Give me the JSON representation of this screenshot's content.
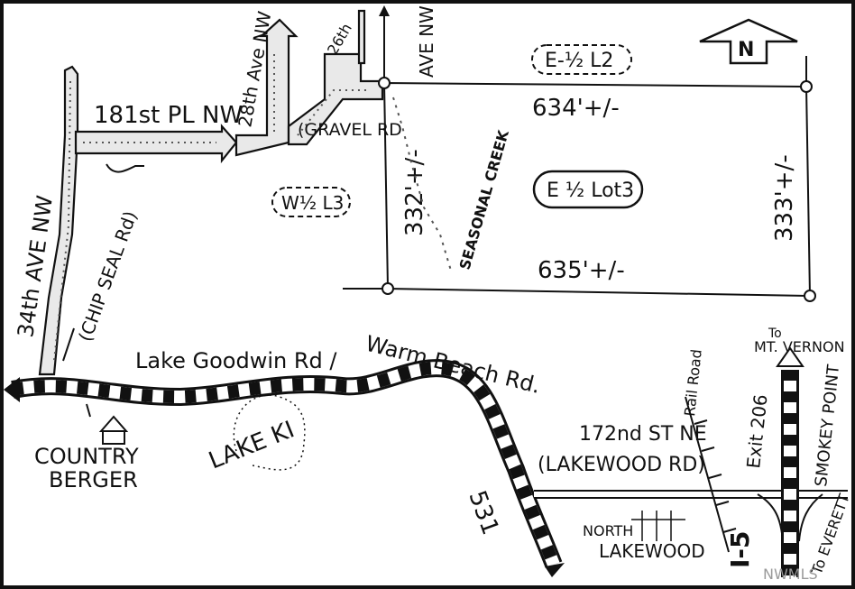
{
  "map": {
    "north_label": "N",
    "labels": {
      "ave34": "34th AVE NW",
      "pl181": "181st PL NW",
      "ave28": "28th Ave NW",
      "ave26": "26th",
      "ave_nw_top": "AVE NW",
      "gravel_rd": "(GRAVEL RD",
      "chip_seal": "(CHIP SEAL Rd)",
      "lot_e_half_l2": "E-½ L2",
      "lot_w_half_l3": "W½ L3",
      "lot_e_half_lot3": "E ½ Lot3",
      "dim_top": "634'+/-",
      "dim_bottom": "635'+/-",
      "dim_left": "332'+/-",
      "dim_right": "333'+/-",
      "seasonal_creek": "SEASONAL CREEK",
      "lake_goodwin": "Lake Goodwin Rd /",
      "warm_beach": "Warm Beach Rd.",
      "lake_ki": "LAKE KI",
      "country_berger": "COUNTRY",
      "country_berger2": "BERGER",
      "hwy_531": "531",
      "st_172": "172nd ST NE",
      "lakewood_rd": "(LAKEWOOD RD)",
      "rail_road": "Rail Road",
      "exit_206": "Exit 206",
      "to_mt_vernon": "To",
      "to_mt_vernon2": "MT. VERNON",
      "smokey_point": "SMOKEY POINT",
      "to_everett": "To EVERETT",
      "north_lakewood": "NORTH",
      "north_lakewood2": "LAKEWOOD",
      "i5": "I-5"
    },
    "watermark": "NWMLS"
  }
}
